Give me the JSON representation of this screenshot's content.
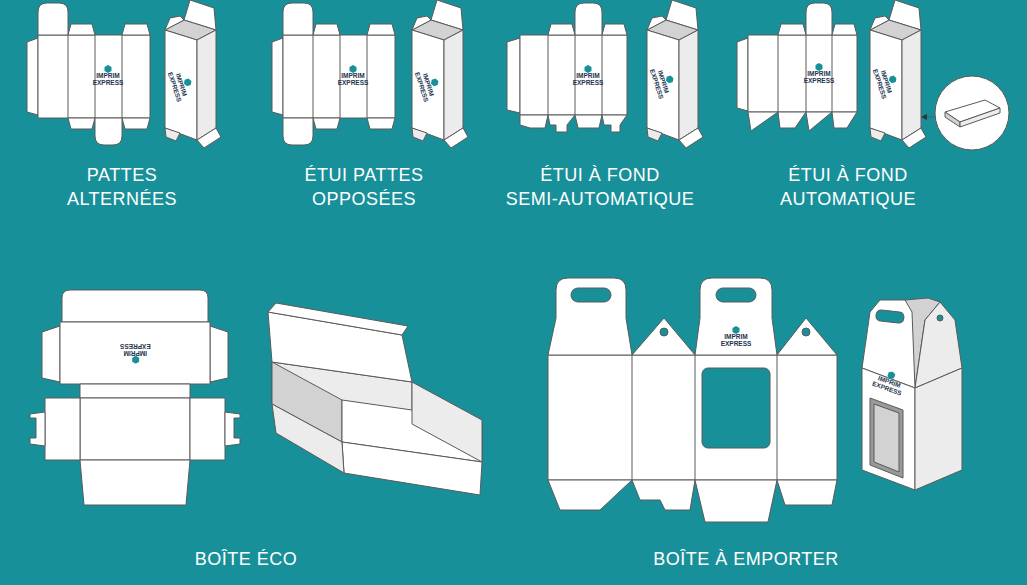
{
  "diagram": {
    "labels": [
      "IMPRIM EXPRESS",
      "IMPRIM EXPRESS",
      "PATTES ALTERNÉES",
      "IMPRIM EXPRESS",
      "IMPRIM EXPRESS",
      "ÉTUI PATTES OPPOSÉES",
      "IMPRIM EXPRESS",
      "IMPRIM EXPRESS",
      "ÉTUI À FOND SEMI-AUTOMATIQUE",
      "IMPRIM EXPRESS",
      "IMPRIM EXPRESS",
      "ÉTUI À FOND AUTOMATIQUE",
      "IMPRIM EXPRESS",
      "BOÎTE ÉCO",
      "IMPRIM EXPRESS",
      "IMPRIM EXPRESS",
      "BOÎTE À EMPORTER"
    ]
  }
}
